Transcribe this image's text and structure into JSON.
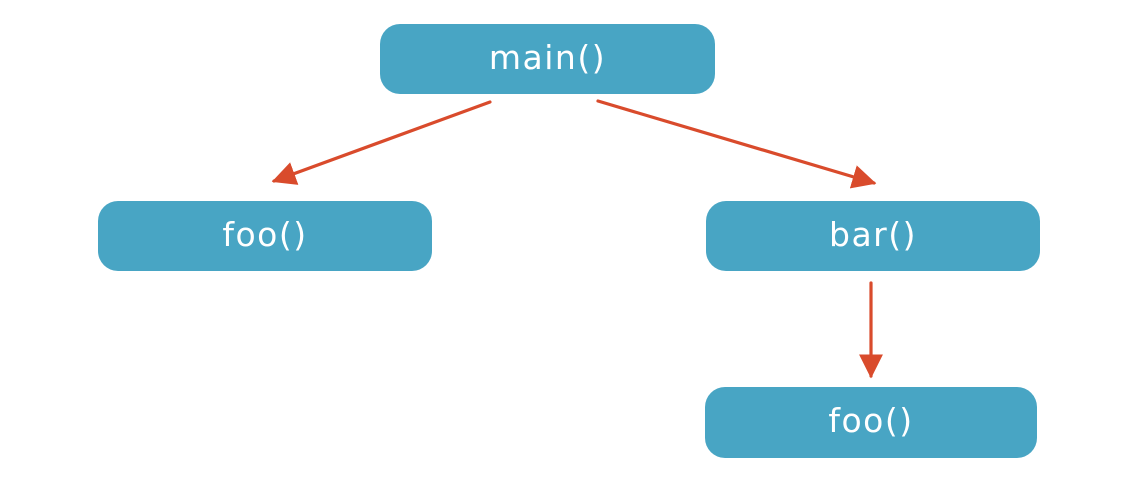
{
  "diagram": {
    "type": "call-graph",
    "colors": {
      "node_fill": "#48A5C4",
      "node_text": "#FFFFFF",
      "arrow": "#D94B2C",
      "background": "#FFFFFF"
    },
    "nodes": [
      {
        "id": "main",
        "label": "main()"
      },
      {
        "id": "foo-left",
        "label": "foo()"
      },
      {
        "id": "bar",
        "label": "bar()"
      },
      {
        "id": "foo-bottom",
        "label": "foo()"
      }
    ],
    "edges": [
      {
        "from": "main",
        "to": "foo-left"
      },
      {
        "from": "main",
        "to": "bar"
      },
      {
        "from": "bar",
        "to": "foo-bottom"
      }
    ]
  }
}
